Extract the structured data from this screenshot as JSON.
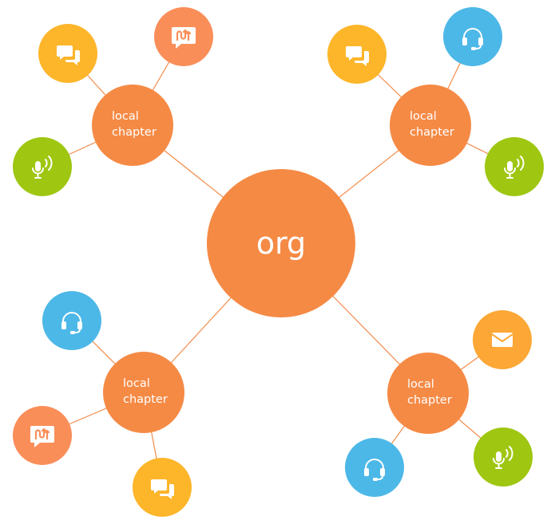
{
  "colors": {
    "org": "#f58a45",
    "chapter": "#f58a45",
    "chat": "#fdb52a",
    "report": "#fa8e59",
    "voice": "#9fc611",
    "support": "#4cb8e7",
    "mail": "#fca736",
    "link": "#f28c4b"
  },
  "center": {
    "label": "org"
  },
  "chapters": [
    {
      "label_line1": "local",
      "label_line2": "chapter",
      "channels": [
        "chat",
        "report",
        "voice"
      ]
    },
    {
      "label_line1": "local",
      "label_line2": "chapter",
      "channels": [
        "chat",
        "support",
        "voice"
      ]
    },
    {
      "label_line1": "local",
      "label_line2": "chapter",
      "channels": [
        "support",
        "report",
        "chat"
      ]
    },
    {
      "label_line1": "local",
      "label_line2": "chapter",
      "channels": [
        "mail",
        "support",
        "voice"
      ]
    }
  ],
  "channel_icons": {
    "chat": "chat-bubbles-icon",
    "report": "report-message-icon",
    "voice": "microphone-signal-icon",
    "support": "headset-icon",
    "mail": "envelope-icon"
  }
}
